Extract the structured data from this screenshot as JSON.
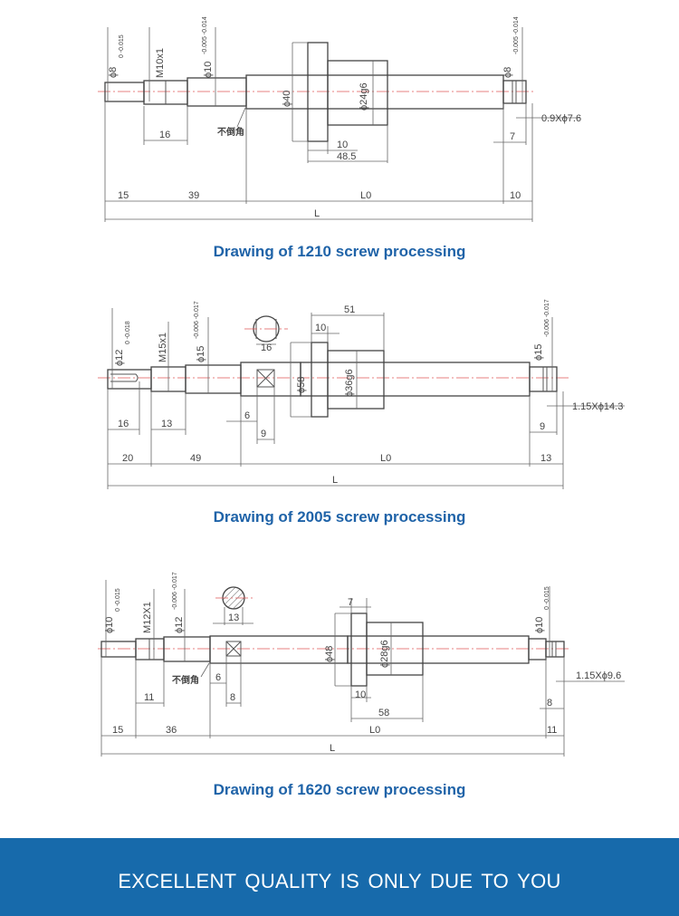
{
  "drawings": [
    {
      "caption": "Drawing of 1210 screw processing",
      "dims": {
        "d_end": "ϕ8",
        "d_end_tol": "0 -0.015",
        "thread": "M10x1",
        "d_bearing": "ϕ10",
        "d_bearing_tol": "-0.005 -0.014",
        "flange": "ϕ40",
        "nut": "ϕ24g6",
        "d_right": "ϕ8",
        "d_right_tol": "-0.005 -0.014",
        "groove": "0.9Xϕ7.6",
        "thread_len": "16",
        "chamfer_note": "不倒角",
        "flange_w": "10",
        "nut_len": "48.5",
        "groove_len": "7",
        "len_a": "15",
        "len_b": "39",
        "len_mid": "L0",
        "len_c": "10",
        "len_total": "L"
      }
    },
    {
      "caption": "Drawing of 2005 screw processing",
      "dims": {
        "d_end": "ϕ12",
        "d_end_tol": "0 -0.018",
        "thread": "M15x1",
        "d_bearing": "ϕ15",
        "d_bearing_tol": "-0.006 -0.017",
        "flange": "ϕ58",
        "nut": "ϕ36g6",
        "d_right": "ϕ15",
        "d_right_tol": "-0.006 -0.017",
        "groove": "1.15Xϕ14.3",
        "nut_len": "51",
        "flange_w": "10",
        "section": "16",
        "key_len": "16",
        "thread_len": "13",
        "sq_a": "6",
        "sq_b": "9",
        "groove_len": "9",
        "len_a": "20",
        "len_b": "49",
        "len_mid": "L0",
        "len_c": "13",
        "len_total": "L"
      }
    },
    {
      "caption": "Drawing of 1620 screw processing",
      "dims": {
        "d_end": "ϕ10",
        "d_end_tol": "0 -0.015",
        "thread": "M12X1",
        "d_bearing": "ϕ12",
        "d_bearing_tol": "-0.006 -0.017",
        "flange": "ϕ48",
        "nut": "ϕ28g6",
        "d_right": "ϕ10",
        "d_right_tol": "0 -0.015",
        "groove": "1.15Xϕ9.6",
        "section": "13",
        "flange_top": "7",
        "chamfer_note": "不倒角",
        "sq_a": "6",
        "thread_len": "11",
        "sq_b": "8",
        "flange_w": "10",
        "nut_len": "58",
        "groove_len": "8",
        "len_a": "15",
        "len_b": "36",
        "len_mid": "L0",
        "len_c": "11",
        "len_total": "L"
      }
    }
  ],
  "footer": {
    "slogan": "EXCELLENT  QUALITY IS  ONLY DUE  TO YOU"
  },
  "colors": {
    "caption": "#1f63a8",
    "footer_bg": "#176aab",
    "centerline": "#e05a5a"
  }
}
